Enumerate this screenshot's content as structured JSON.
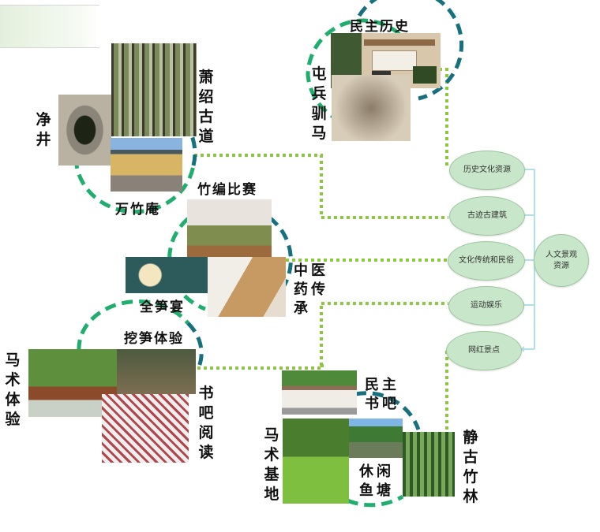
{
  "root": {
    "label": "人文景观资源"
  },
  "categories": [
    {
      "label": "历史文化资源"
    },
    {
      "label": "古迹古建筑"
    },
    {
      "label": "文化传统和民俗"
    },
    {
      "label": "运动娱乐"
    },
    {
      "label": "网红景点"
    }
  ],
  "clusters": {
    "history": {
      "labels": [
        "民主历史",
        "屯兵驯马"
      ],
      "photos": [
        "民主的历史基础 展板",
        "古代车马图"
      ]
    },
    "ancient": {
      "labels": [
        "萧绍古道",
        "净井",
        "万竹庵"
      ],
      "photos": [
        "竹林古道",
        "古井",
        "万竹庵 建筑"
      ]
    },
    "culture": {
      "labels": [
        "竹编比赛",
        "全笋宴",
        "中医药传承"
      ],
      "photos": [
        "竹编比赛",
        "全笋宴",
        "中医药"
      ]
    },
    "sports": {
      "labels": [
        "挖笋体验",
        "马术体验",
        "书吧阅读"
      ],
      "photos": [
        "挖笋",
        "马术",
        "阅读"
      ]
    },
    "influencer": {
      "labels": [
        "民主书吧",
        "马术基地",
        "休闲鱼塘",
        "静古竹林"
      ],
      "photos": [
        "民主书吧 房屋",
        "马术基地 草地",
        "鱼塘",
        "竹林小屋"
      ]
    }
  },
  "colors": {
    "node_fill": "#c8e6c9",
    "connector": "#8dc63f",
    "tree_line": "#b2dfe6",
    "dash_green": "#1fae6e",
    "dash_teal": "#16707e"
  }
}
